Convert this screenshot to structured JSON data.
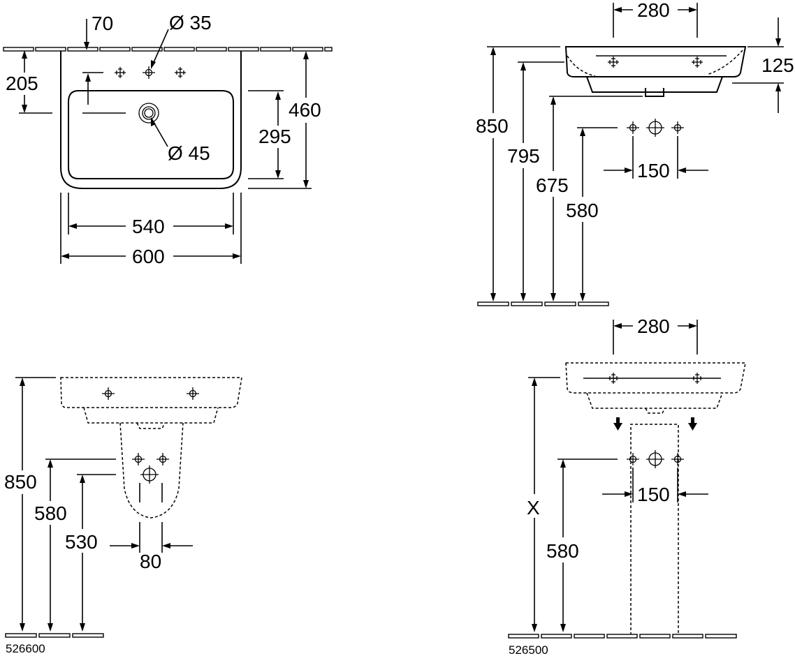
{
  "front_view": {
    "tap_hole_offset": "70",
    "tap_hole_diameter": "Ø 35",
    "overflow_height": "205",
    "waste_diameter": "Ø 45",
    "bowl_depth": "295",
    "total_depth": "460",
    "inner_width": "540",
    "total_width": "600"
  },
  "side_view": {
    "tap_spacing": "280",
    "basin_thickness": "125",
    "rim_height": "850",
    "overflow_height": "795",
    "waste_height": "675",
    "supply_height": "580",
    "supply_spacing": "150"
  },
  "semi_pedestal_view": {
    "rim_height": "850",
    "supply_height": "580",
    "waste_height": "530",
    "pedestal_width": "80",
    "article_code": "526600"
  },
  "pedestal_view": {
    "tap_spacing": "280",
    "variable_height": "X",
    "supply_height": "580",
    "supply_spacing": "150",
    "article_code": "526500"
  }
}
